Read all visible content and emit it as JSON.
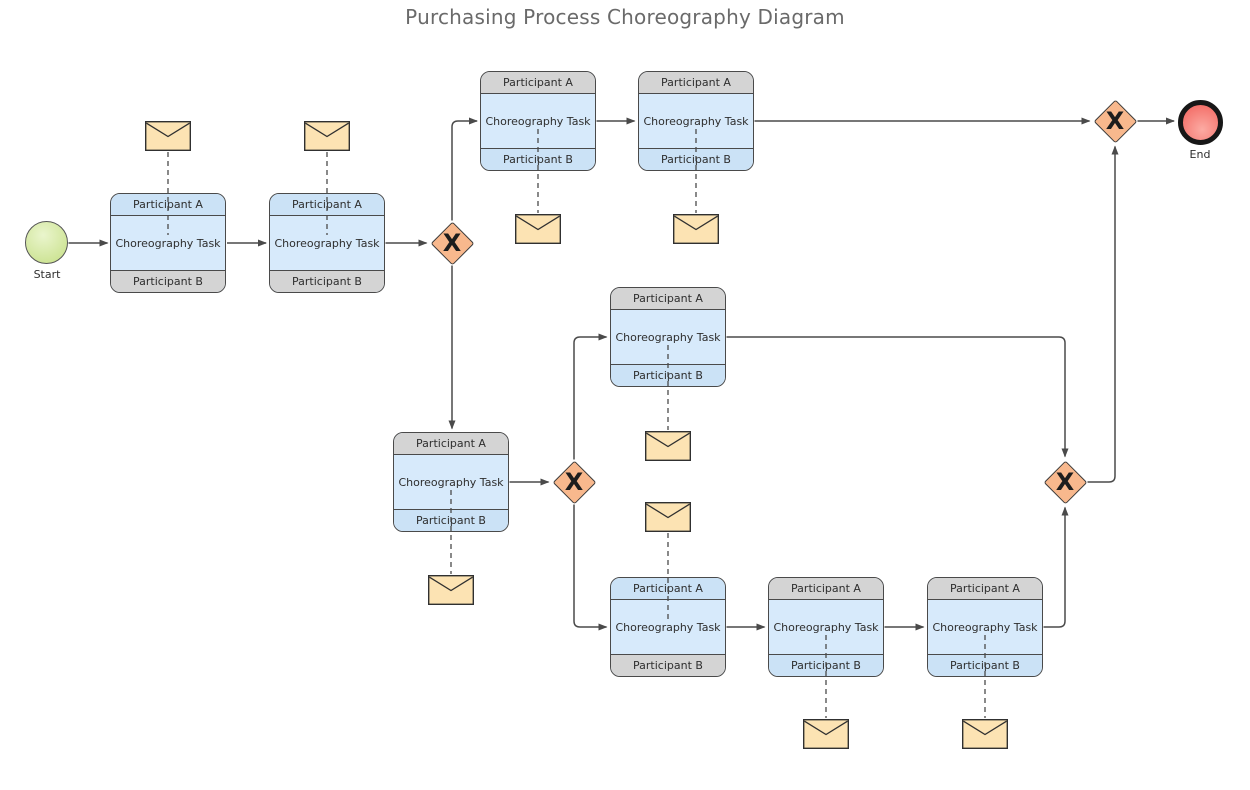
{
  "title": "Purchasing Process Choreography Diagram",
  "events": {
    "start": {
      "label": "Start"
    },
    "end": {
      "label": "End"
    }
  },
  "gateway": {
    "type": "exclusive",
    "symbol": "X",
    "count": 4
  },
  "tasks": [
    {
      "participant_a": "Participant A",
      "name": "Choreography Task",
      "participant_b": "Participant B",
      "initiating": "A"
    },
    {
      "participant_a": "Participant A",
      "name": "Choreography Task",
      "participant_b": "Participant B",
      "initiating": "A"
    },
    {
      "participant_a": "Participant A",
      "name": "Choreography Task",
      "participant_b": "Participant B",
      "initiating": "B"
    },
    {
      "participant_a": "Participant A",
      "name": "Choreography Task",
      "participant_b": "Participant B",
      "initiating": "B"
    },
    {
      "participant_a": "Participant A",
      "name": "Choreography Task",
      "participant_b": "Participant B",
      "initiating": "B"
    },
    {
      "participant_a": "Participant A",
      "name": "Choreography Task",
      "participant_b": "Participant B",
      "initiating": "B"
    },
    {
      "participant_a": "Participant A",
      "name": "Choreography Task",
      "participant_b": "Participant B",
      "initiating": "A"
    },
    {
      "participant_a": "Participant A",
      "name": "Choreography Task",
      "participant_b": "Participant B",
      "initiating": "B"
    },
    {
      "participant_a": "Participant A",
      "name": "Choreography Task",
      "participant_b": "Participant B",
      "initiating": "B"
    }
  ],
  "messages": {
    "icon": "envelope-icon",
    "count": 9
  },
  "colors": {
    "title_color": "#6a6a6a",
    "text_color": "#2e2e2e",
    "shape_border": "#4a4a4a",
    "task_fill": "#d7eafb",
    "band_blue": "#cbe2f6",
    "band_gray": "#d4d4d4",
    "gateway_fill": "#f8b88d",
    "gateway_border": "#3a3a3a",
    "message_fill": "#fce3b3",
    "message_border": "#303030",
    "connector": "#4a4a4a",
    "start_fill": "#c9e18c",
    "start_fill_light": "#eaf5cd",
    "start_border": "#555555",
    "end_fill": "#f2655f",
    "end_fill_light": "#fcaba3",
    "end_border": "#171717"
  }
}
